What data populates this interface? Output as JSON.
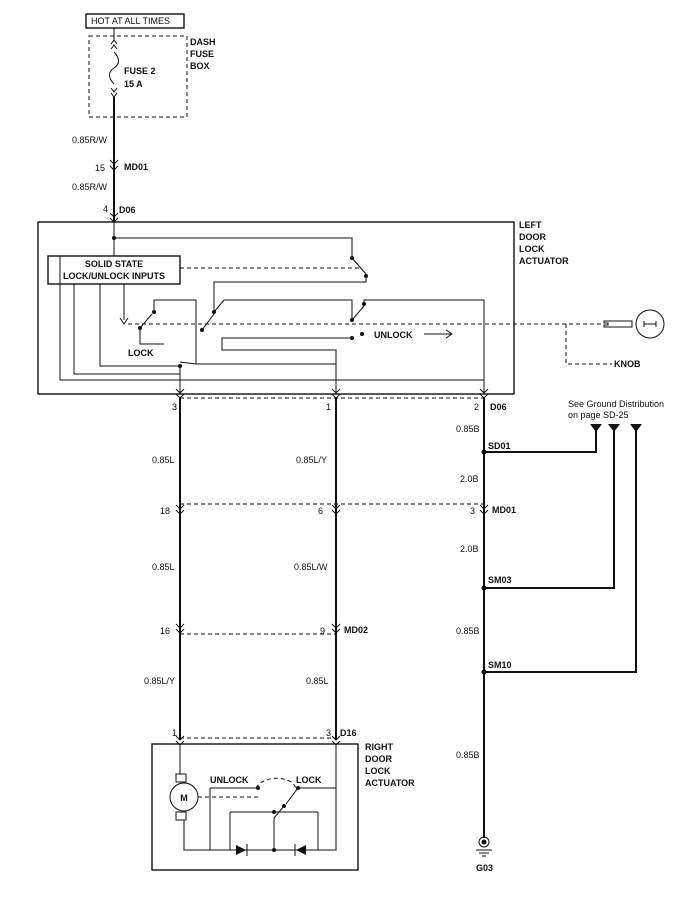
{
  "power": {
    "hot_label": "HOT AT ALL TIMES",
    "fusebox_line1": "DASH",
    "fusebox_line2": "FUSE",
    "fusebox_line3": "BOX",
    "fuse_name": "FUSE 2",
    "fuse_rating": "15 A"
  },
  "wires": {
    "w_085rw": "0.85R/W",
    "w_085l": "0.85L",
    "w_085ly": "0.85L/Y",
    "w_085lw": "0.85L/W",
    "w_085b": "0.85B",
    "w_20b": "2.0B"
  },
  "connectors": {
    "md01": "MD01",
    "d06": "D06",
    "md02": "MD02",
    "d16": "D16",
    "sd01": "SD01",
    "sm03": "SM03",
    "sm10": "SM10",
    "g03": "G03"
  },
  "pins": {
    "p15": "15",
    "p4": "4",
    "p3": "3",
    "p1": "1",
    "p2": "2",
    "p18": "18",
    "p6": "6",
    "p16": "16",
    "p9": "9"
  },
  "left_actuator": {
    "line1": "LEFT",
    "line2": "DOOR",
    "line3": "LOCK",
    "line4": "ACTUATOR",
    "solid_state_1": "SOLID STATE",
    "solid_state_2": "LOCK/UNLOCK INPUTS",
    "lock": "LOCK",
    "unlock": "UNLOCK"
  },
  "knob": "KNOB",
  "ground_ref_1": "See Ground Distribution",
  "ground_ref_2": "on page SD-25",
  "right_actuator": {
    "line1": "RIGHT",
    "line2": "DOOR",
    "line3": "LOCK",
    "line4": "ACTUATOR",
    "motor": "M",
    "unlock": "UNLOCK",
    "lock": "LOCK"
  }
}
